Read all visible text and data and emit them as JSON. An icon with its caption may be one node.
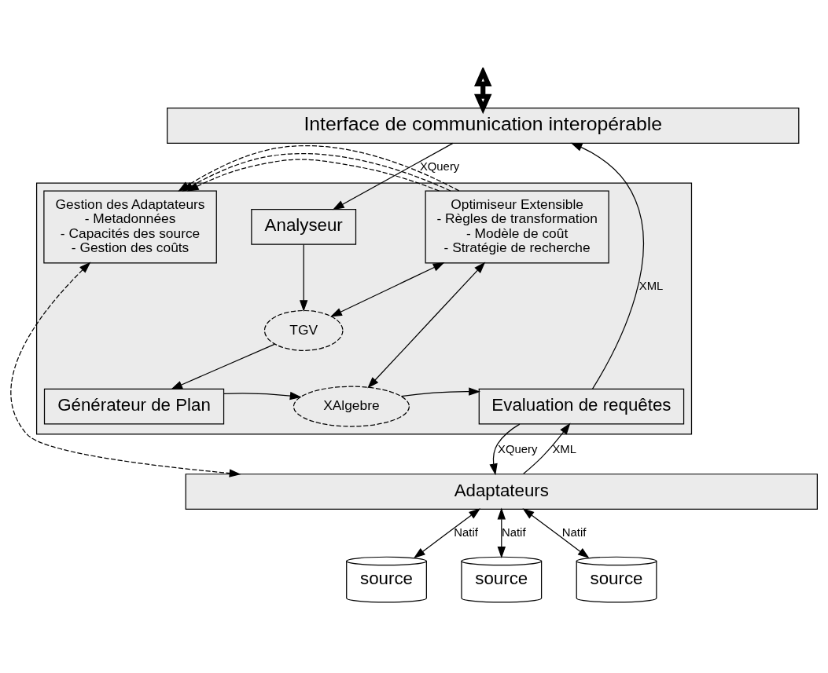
{
  "diagram": {
    "nodes": [
      {
        "text": [
          "Interface de communication interopérable"
        ]
      },
      {
        "text": [],
        "shape": "box"
      },
      {
        "text": [
          "Analyseur"
        ],
        "in": 1
      },
      {
        "text": [
          "TGV"
        ],
        "in": 1
      },
      {
        "text": [
          "Optimiseur Extensible",
          "- Règles de transformation",
          "- Modèle de coût",
          "- Stratégie de recherche"
        ],
        "in": 1
      },
      {
        "text": [
          "Gestion des Adaptateurs",
          "- Metadonnées",
          "- Capacités des source",
          "- Gestion des coûts"
        ],
        "in": 1
      },
      {
        "text": [
          "Générateur de Plan"
        ],
        "in": 1
      },
      {
        "text": [
          "XAlgebre"
        ],
        "in": 1
      },
      {
        "text": [
          "Evaluation de requêtes"
        ],
        "in": 1
      },
      {
        "text": [
          "Adaptateurs"
        ]
      },
      {
        "text": [
          "source"
        ]
      },
      {
        "text": [
          "source"
        ]
      },
      {
        "text": [
          "source"
        ]
      }
    ],
    "edges": [
      {
        "from": null,
        "to": 0,
        "arrow": "both",
        "style": "thick"
      },
      {
        "from": 0,
        "to": 2,
        "arrow": "to",
        "label": "XQuery"
      },
      {
        "from": 2,
        "to": 3,
        "arrow": "to"
      },
      {
        "from": 3,
        "to": 4,
        "arrow": "both"
      },
      {
        "from": 3,
        "to": 6,
        "arrow": "to"
      },
      {
        "from": 4,
        "to": 5,
        "arrow": "to",
        "style": "dashed"
      },
      {
        "from": 4,
        "to": 5,
        "arrow": "to",
        "style": "dashed"
      },
      {
        "from": 4,
        "to": 5,
        "arrow": "to",
        "style": "dashed"
      },
      {
        "from": 4,
        "to": 7,
        "arrow": "both"
      },
      {
        "from": 6,
        "to": 7,
        "arrow": "to"
      },
      {
        "from": 7,
        "to": 8,
        "arrow": "to"
      },
      {
        "from": 8,
        "to": 0,
        "arrow": "to",
        "label": "XML"
      },
      {
        "from": 5,
        "to": 9,
        "arrow": "both",
        "style": "dashed"
      },
      {
        "from": 8,
        "to": 9,
        "arrow": "to",
        "label": "XQuery"
      },
      {
        "from": 9,
        "to": 8,
        "arrow": "to",
        "label": "XML"
      },
      {
        "from": 9,
        "to": 10,
        "arrow": "both",
        "label": "Natif"
      },
      {
        "from": 9,
        "to": 11,
        "arrow": "both",
        "label": "Natif"
      },
      {
        "from": 9,
        "to": 12,
        "arrow": "both",
        "label": "Natif"
      }
    ]
  }
}
